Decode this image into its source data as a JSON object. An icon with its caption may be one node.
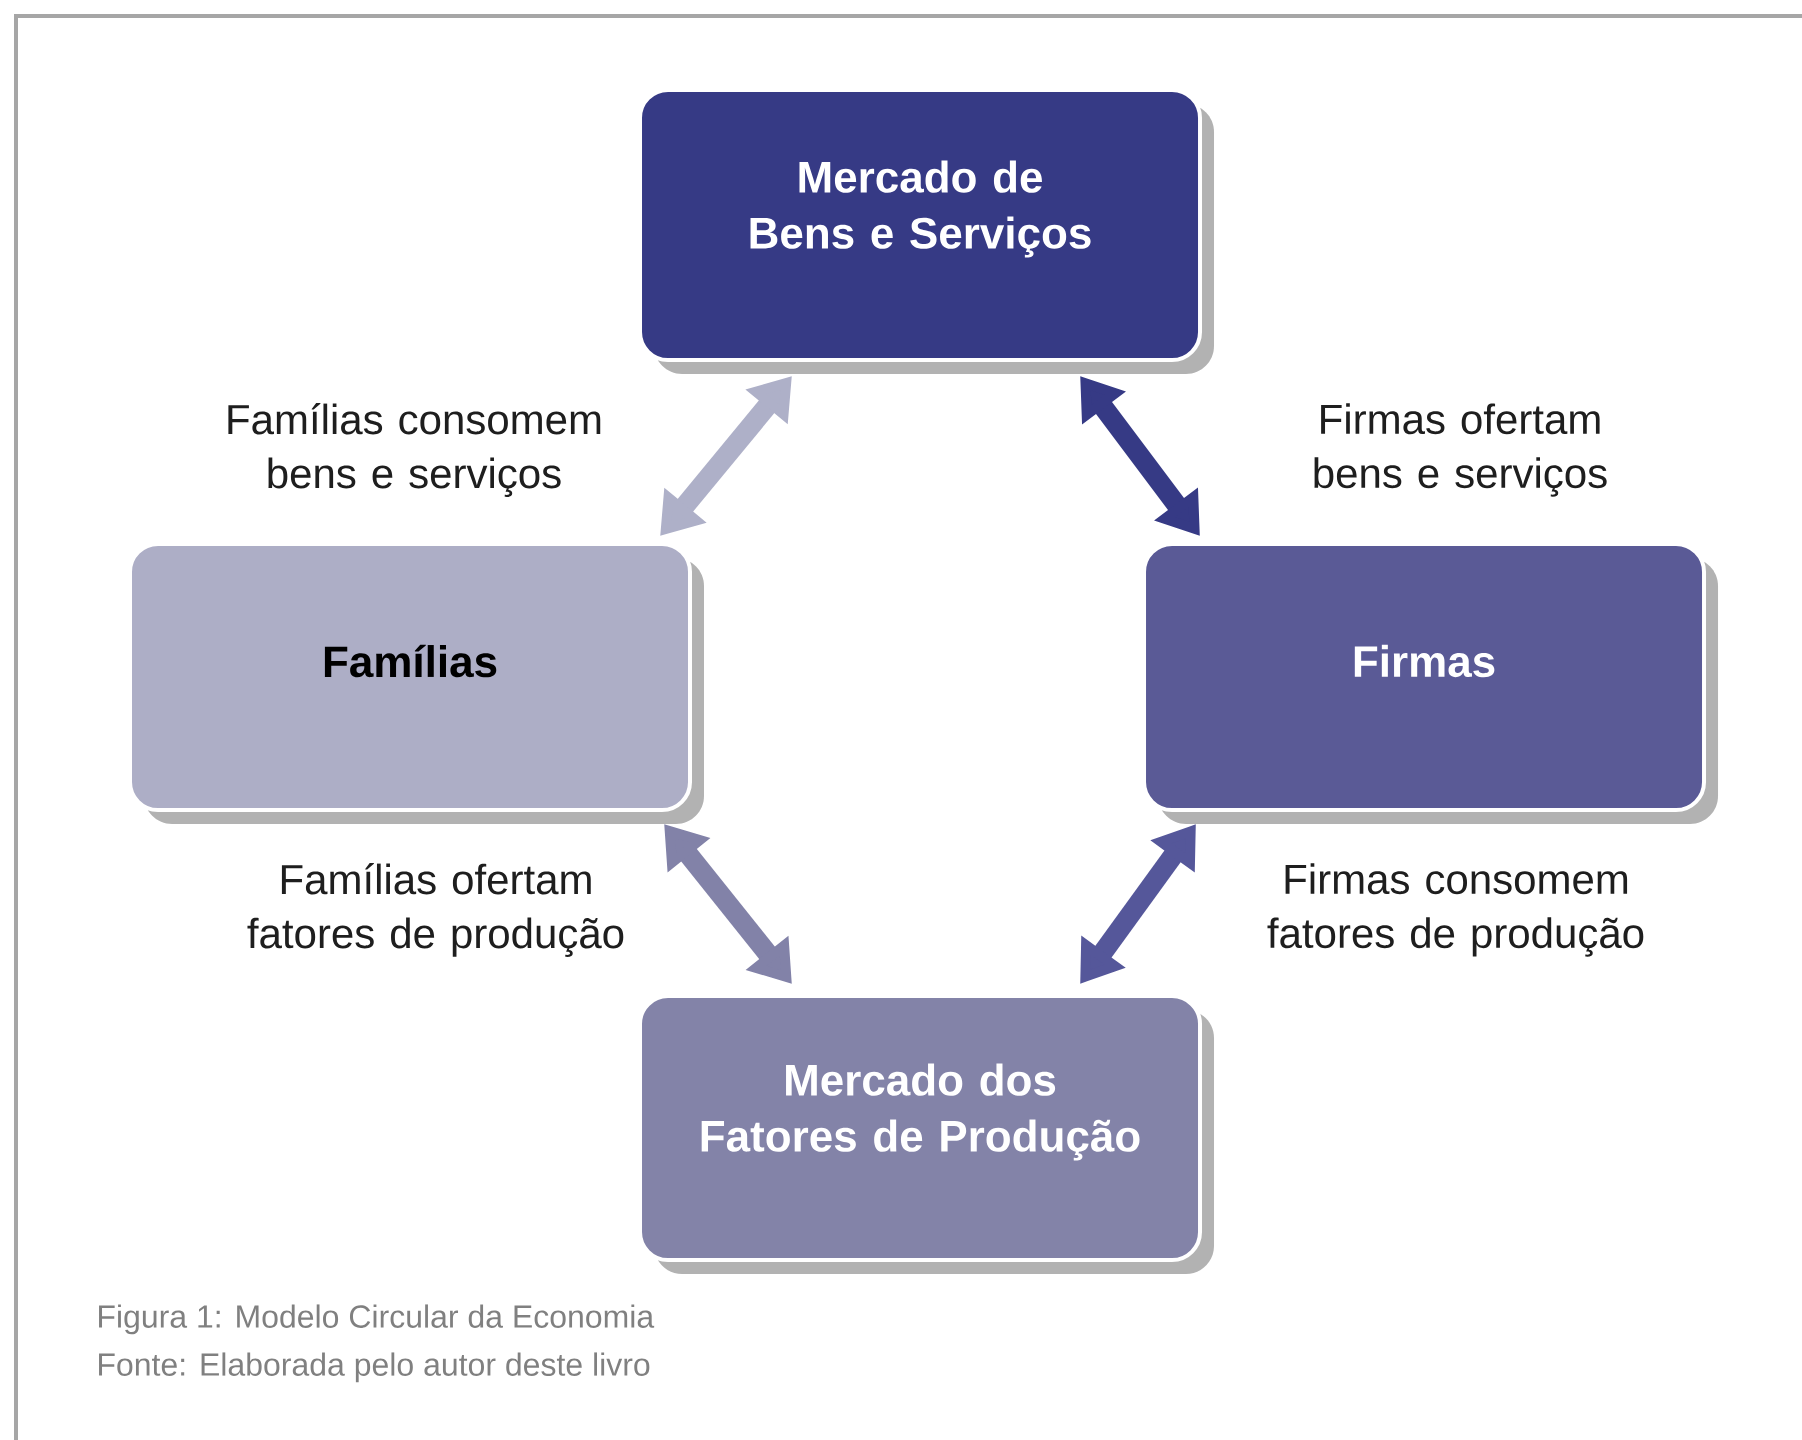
{
  "diagram": {
    "caption": "Figura 1: Modelo Circular da Economia",
    "nodes": [
      {
        "text": [
          "Mercado de Bens e Serviços"
        ]
      },
      {
        "text": [
          "Famílias"
        ]
      },
      {
        "text": [
          "Firmas"
        ]
      },
      {
        "text": [
          "Mercado dos Fatores de Produção"
        ]
      }
    ],
    "edges": [
      {
        "from": 1,
        "to": 0,
        "arrow": "both",
        "label": "Famílias consomem bens e serviços",
        "color": "#aeb0c8"
      },
      {
        "from": 2,
        "to": 0,
        "arrow": "both",
        "label": "Firmas ofertam bens e serviços",
        "color": "#363a85"
      },
      {
        "from": 1,
        "to": 3,
        "arrow": "both",
        "label": "Famílias ofertam fatores de produção",
        "color": "#8282a8"
      },
      {
        "from": 2,
        "to": 3,
        "arrow": "both",
        "label": "Firmas consomem fatores de produção",
        "color": "#55579a"
      }
    ],
    "labels": [
      "Fonte: Elaborada pelo autor deste livro"
    ]
  }
}
